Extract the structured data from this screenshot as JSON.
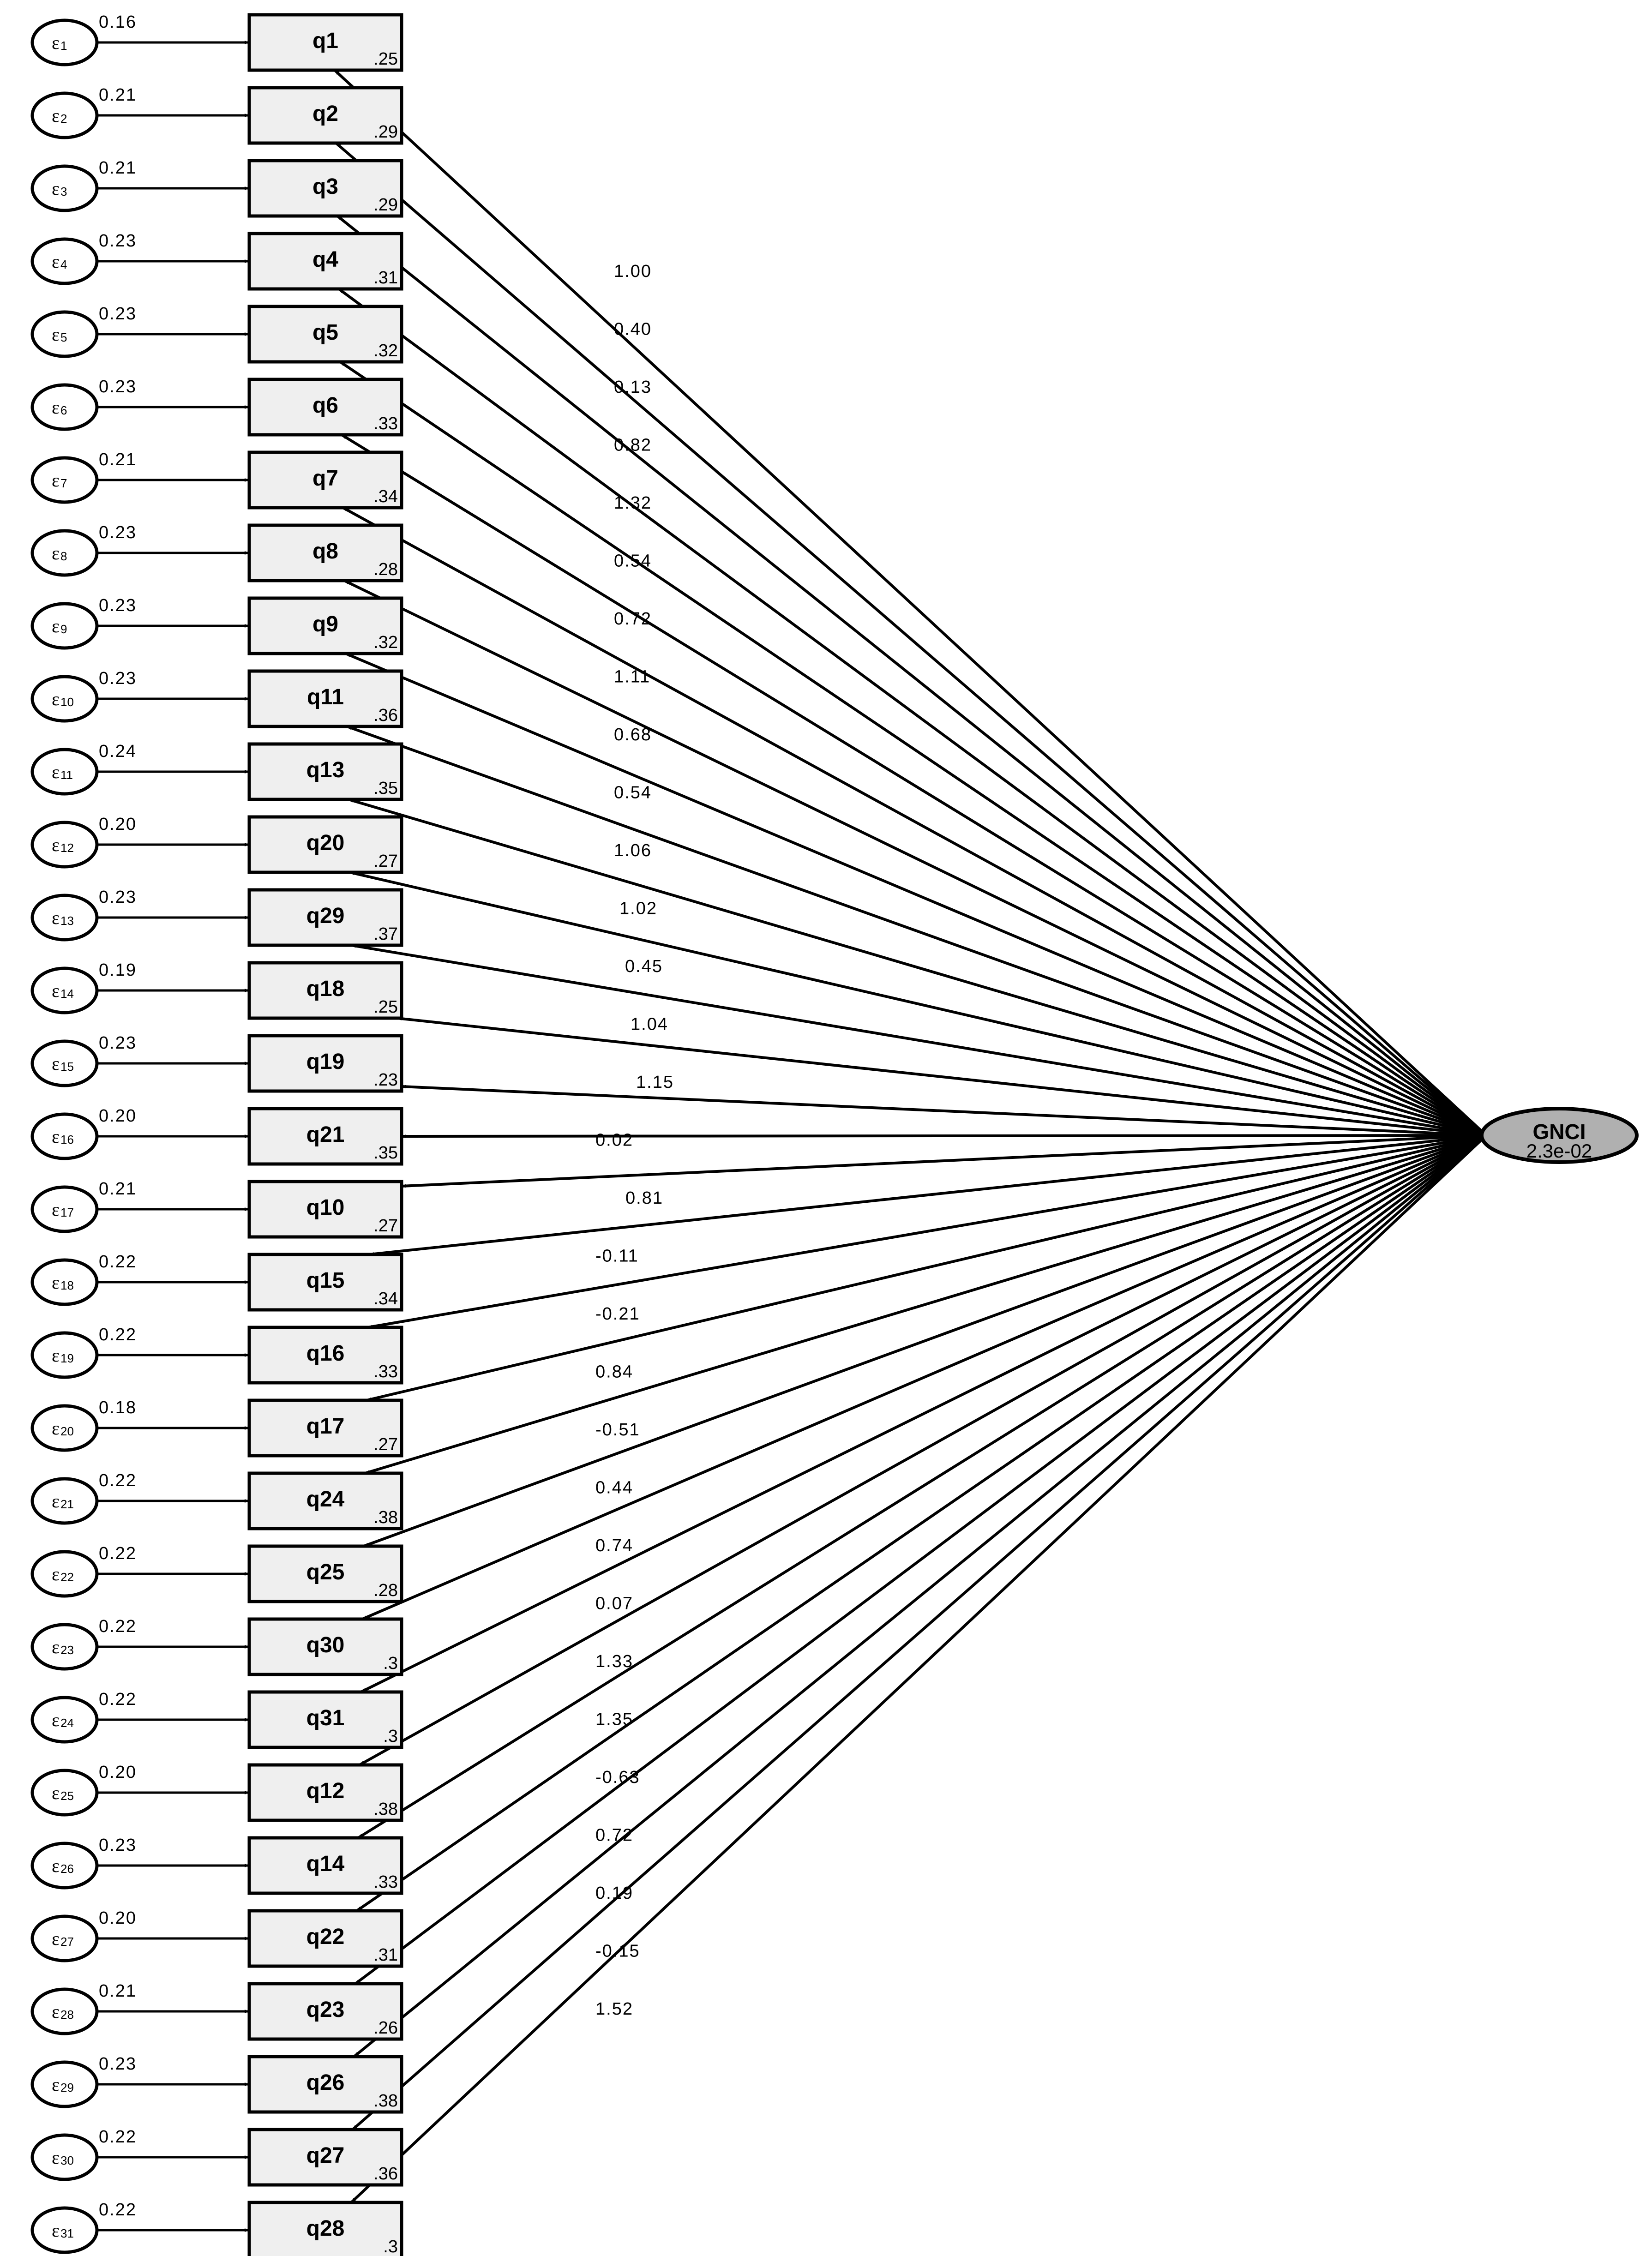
{
  "diagram": {
    "type": "structural-equation-model",
    "latent": {
      "name": "GNCI",
      "variance": "2.3e-02",
      "fill": "#b0b0b0"
    },
    "box_fill": "#efefef",
    "indicators": [
      {
        "error": "1",
        "error_var": "0.16",
        "name": "q1",
        "intercept": ".25",
        "loading": "1.00"
      },
      {
        "error": "2",
        "error_var": "0.21",
        "name": "q2",
        "intercept": ".29",
        "loading": "0.40"
      },
      {
        "error": "3",
        "error_var": "0.21",
        "name": "q3",
        "intercept": ".29",
        "loading": "0.13"
      },
      {
        "error": "4",
        "error_var": "0.23",
        "name": "q4",
        "intercept": ".31",
        "loading": "0.82"
      },
      {
        "error": "5",
        "error_var": "0.23",
        "name": "q5",
        "intercept": ".32",
        "loading": "1.32"
      },
      {
        "error": "6",
        "error_var": "0.23",
        "name": "q6",
        "intercept": ".33",
        "loading": "0.54"
      },
      {
        "error": "7",
        "error_var": "0.21",
        "name": "q7",
        "intercept": ".34",
        "loading": "0.72"
      },
      {
        "error": "8",
        "error_var": "0.23",
        "name": "q8",
        "intercept": ".28",
        "loading": "1.11"
      },
      {
        "error": "9",
        "error_var": "0.23",
        "name": "q9",
        "intercept": ".32",
        "loading": "0.68"
      },
      {
        "error": "10",
        "error_var": "0.23",
        "name": "q11",
        "intercept": ".36",
        "loading": "0.54"
      },
      {
        "error": "11",
        "error_var": "0.24",
        "name": "q13",
        "intercept": ".35",
        "loading": "1.06"
      },
      {
        "error": "12",
        "error_var": "0.20",
        "name": "q20",
        "intercept": ".27",
        "loading": "1.02"
      },
      {
        "error": "13",
        "error_var": "0.23",
        "name": "q29",
        "intercept": ".37",
        "loading": "0.45"
      },
      {
        "error": "14",
        "error_var": "0.19",
        "name": "q18",
        "intercept": ".25",
        "loading": "1.04"
      },
      {
        "error": "15",
        "error_var": "0.23",
        "name": "q19",
        "intercept": ".23",
        "loading": "1.15"
      },
      {
        "error": "16",
        "error_var": "0.20",
        "name": "q21",
        "intercept": ".35",
        "loading": "0.02"
      },
      {
        "error": "17",
        "error_var": "0.21",
        "name": "q10",
        "intercept": ".27",
        "loading": "0.81"
      },
      {
        "error": "18",
        "error_var": "0.22",
        "name": "q15",
        "intercept": ".34",
        "loading": "-0.11"
      },
      {
        "error": "19",
        "error_var": "0.22",
        "name": "q16",
        "intercept": ".33",
        "loading": "-0.21"
      },
      {
        "error": "20",
        "error_var": "0.18",
        "name": "q17",
        "intercept": ".27",
        "loading": "0.84"
      },
      {
        "error": "21",
        "error_var": "0.22",
        "name": "q24",
        "intercept": ".38",
        "loading": "-0.51"
      },
      {
        "error": "22",
        "error_var": "0.22",
        "name": "q25",
        "intercept": ".28",
        "loading": "0.44"
      },
      {
        "error": "23",
        "error_var": "0.22",
        "name": "q30",
        "intercept": ".3",
        "loading": "0.74"
      },
      {
        "error": "24",
        "error_var": "0.22",
        "name": "q31",
        "intercept": ".3",
        "loading": "0.07"
      },
      {
        "error": "25",
        "error_var": "0.20",
        "name": "q12",
        "intercept": ".38",
        "loading": "1.33"
      },
      {
        "error": "26",
        "error_var": "0.23",
        "name": "q14",
        "intercept": ".33",
        "loading": "1.35"
      },
      {
        "error": "27",
        "error_var": "0.20",
        "name": "q22",
        "intercept": ".31",
        "loading": "-0.63"
      },
      {
        "error": "28",
        "error_var": "0.21",
        "name": "q23",
        "intercept": ".26",
        "loading": "0.72"
      },
      {
        "error": "29",
        "error_var": "0.23",
        "name": "q26",
        "intercept": ".38",
        "loading": "0.19"
      },
      {
        "error": "30",
        "error_var": "0.22",
        "name": "q27",
        "intercept": ".36",
        "loading": "-0.15"
      },
      {
        "error": "31",
        "error_var": "0.22",
        "name": "q28",
        "intercept": ".3",
        "loading": "1.52"
      }
    ]
  }
}
